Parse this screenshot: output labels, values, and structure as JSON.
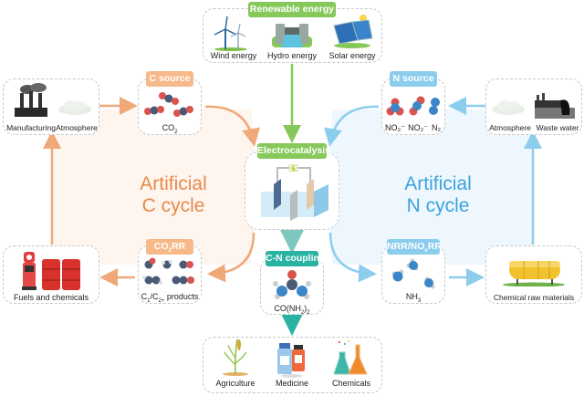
{
  "colors": {
    "c_cycle": "#f0a878",
    "c_cycle_text": "#e8894a",
    "c_cycle_bg": "#fdf5ee",
    "n_cycle": "#8ccdee",
    "n_cycle_text": "#3da3dc",
    "n_cycle_bg": "#eef7fd",
    "renewable": "#86c85a",
    "cn_coupling": "#2ab3a3"
  },
  "renewable": {
    "badge": "Renewable energy",
    "items": [
      {
        "icon": "wind-turbine-icon",
        "label": "Wind energy"
      },
      {
        "icon": "hydro-dam-icon",
        "label": "Hydro energy"
      },
      {
        "icon": "solar-panel-icon",
        "label": "Solar energy"
      }
    ]
  },
  "c_cycle": {
    "title_line1": "Artificial",
    "title_line2": "C cycle",
    "origin": {
      "items": [
        {
          "icon": "factory-icon",
          "label": "Manufacturing"
        },
        {
          "icon": "cloud-icon",
          "label": "Atmosphere"
        }
      ]
    },
    "source": {
      "badge": "C source",
      "label_main": "CO",
      "label_sub": "2"
    },
    "reduction": {
      "badge_main": "CO",
      "badge_sub": "2",
      "badge_tail": "RR",
      "label_a": "C",
      "label_a_sub": "1",
      "label_mid": "/C",
      "label_b_sub": "2+",
      "label_tail": " products"
    },
    "products": {
      "items": [
        {
          "icon": "fuel-pump-icon"
        },
        {
          "icon": "oil-barrels-icon"
        }
      ],
      "label": "Fuels and chemicals"
    }
  },
  "n_cycle": {
    "title_line1": "Artificial",
    "title_line2": "N cycle",
    "origin": {
      "items": [
        {
          "icon": "cloud-icon",
          "label": "Atmosphere"
        },
        {
          "icon": "waste-water-icon",
          "label": "Waste water"
        }
      ]
    },
    "source": {
      "badge": "N source",
      "labels": [
        "NO₃⁻",
        "NO₂⁻",
        "N₂"
      ]
    },
    "reduction": {
      "badge_main": "NRR/NO",
      "badge_sub": "x",
      "badge_tail": "RR",
      "label_main": "NH",
      "label_sub": "3"
    },
    "products": {
      "icon": "storage-tank-icon",
      "label": "Chemical raw materials"
    }
  },
  "center": {
    "electrocatalysis": {
      "badge": "Electrocatalysis",
      "icon": "electrolytic-cell-icon"
    },
    "coupling": {
      "badge": "C-N coupling",
      "label_main": "CO(NH",
      "label_sub": "2",
      "label_tail": ")",
      "label_sub2": "2"
    },
    "applications": {
      "items": [
        {
          "icon": "wheat-icon",
          "label": "Agriculture"
        },
        {
          "icon": "medicine-bottles-icon",
          "label": "Medicine"
        },
        {
          "icon": "flasks-icon",
          "label": "Chemicals"
        }
      ]
    }
  }
}
